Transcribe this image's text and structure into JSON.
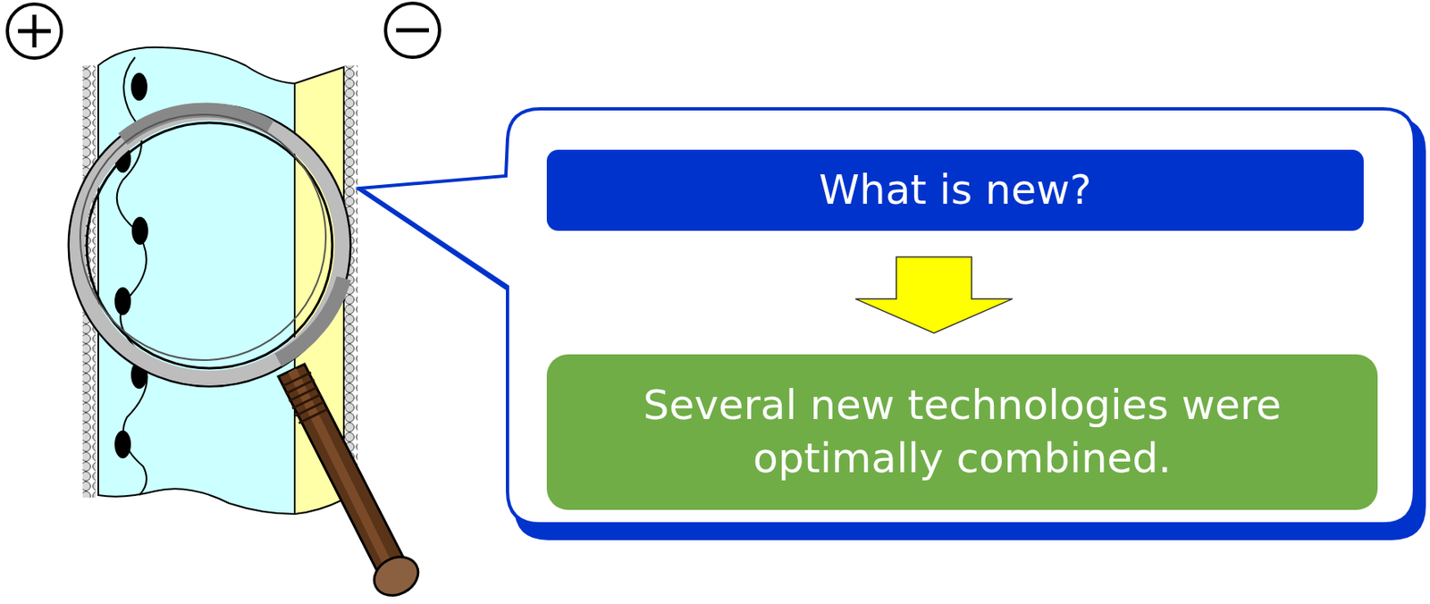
{
  "diagram": {
    "nodes": [
      {
        "text": [
          "What is new?"
        ]
      },
      {
        "text": [
          "Several new technologies were optimally combined."
        ]
      }
    ],
    "edges": [
      {
        "from": 0,
        "to": 1,
        "arrow": "to"
      }
    ]
  }
}
